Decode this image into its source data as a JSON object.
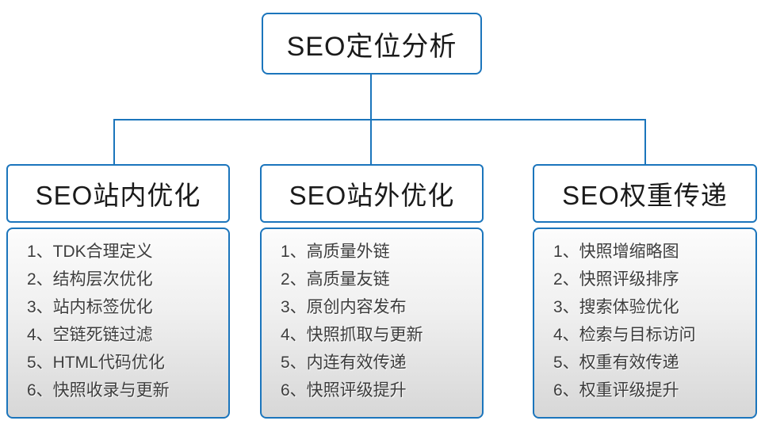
{
  "diagram": {
    "root": {
      "title": "SEO定位分析"
    },
    "branches": [
      {
        "title": "SEO站内优化",
        "items": [
          "1、TDK合理定义",
          "2、结构层次优化",
          "3、站内标签优化",
          "4、空链死链过滤",
          "5、HTML代码优化",
          "6、快照收录与更新"
        ]
      },
      {
        "title": "SEO站外优化",
        "items": [
          "1、高质量外链",
          "2、高质量友链",
          "3、原创内容发布",
          "4、快照抓取与更新",
          "5、内连有效传递",
          "6、快照评级提升"
        ]
      },
      {
        "title": "SEO权重传递",
        "items": [
          "1、快照增缩略图",
          "2、快照评级排序",
          "3、搜索体验优化",
          "4、检索与目标访问",
          "5、权重有效传递",
          "6、权重评级提升"
        ]
      }
    ]
  },
  "colors": {
    "accent_blue": "#1b75bc",
    "header_text": "#1a1a1a",
    "list_text": "#3d3d3d",
    "list_gradient_top": "#fcfcfc",
    "list_gradient_bottom": "#d7d7d7"
  }
}
